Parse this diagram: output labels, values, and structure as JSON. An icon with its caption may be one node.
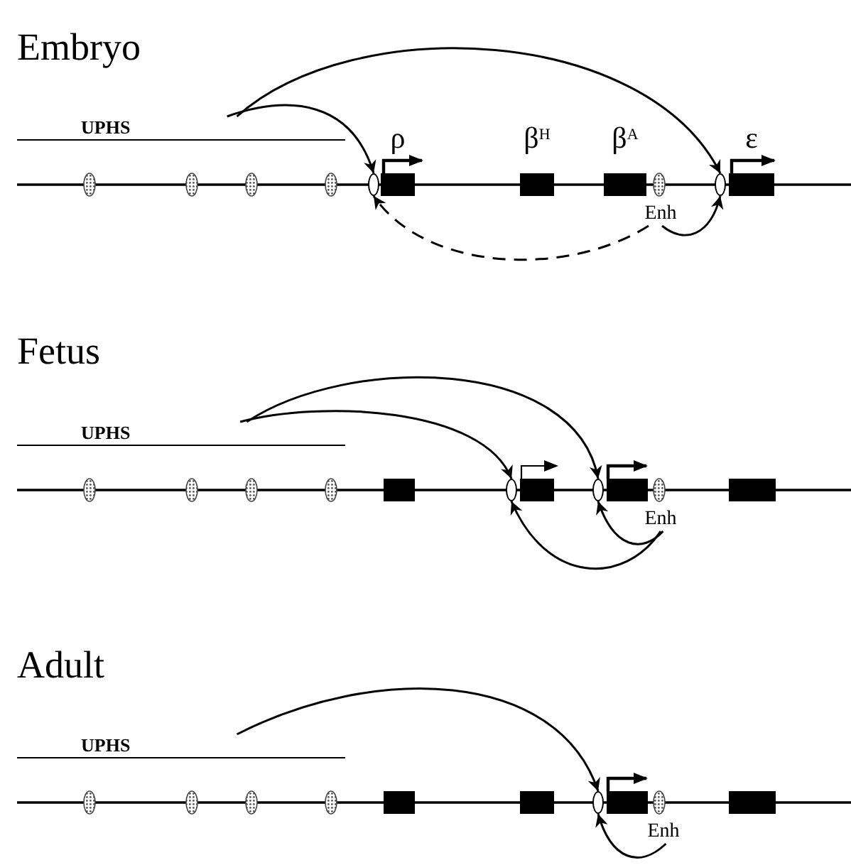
{
  "diagram": {
    "nodes": [
      {
        "text": [
          "UPHS"
        ]
      },
      {
        "text": [],
        "shape": "ellipse"
      },
      {
        "text": [
          "ρ"
        ]
      },
      {
        "text": [
          "β$^{H}$"
        ]
      },
      {
        "text": [
          "β$^{A}$"
        ]
      },
      {
        "text": [
          "Enh"
        ]
      },
      {
        "text": [],
        "shape": "ellipse"
      },
      {
        "text": [
          "ε"
        ]
      },
      {
        "text": [
          "UPHS"
        ]
      },
      {
        "text": [],
        "shape": "box"
      },
      {
        "text": [],
        "shape": "ellipse"
      },
      {
        "text": [],
        "shape": "box"
      },
      {
        "text": [],
        "shape": "ellipse"
      },
      {
        "text": [],
        "shape": "box"
      },
      {
        "text": [
          "Enh"
        ]
      },
      {
        "text": [],
        "shape": "box"
      },
      {
        "text": [
          "UPHS"
        ]
      },
      {
        "text": [],
        "shape": "box"
      },
      {
        "text": [],
        "shape": "box"
      },
      {
        "text": [],
        "shape": "ellipse"
      },
      {
        "text": [],
        "shape": "box"
      },
      {
        "text": [
          "Enh"
        ]
      },
      {
        "text": [],
        "shape": "box"
      }
    ],
    "edges": [
      {
        "from": 0,
        "to": 1,
        "arrow": "to"
      },
      {
        "from": 0,
        "to": 6,
        "arrow": "to"
      },
      {
        "from": 5,
        "to": 6,
        "arrow": "to"
      },
      {
        "from": 5,
        "to": 1,
        "arrow": "to",
        "style": "dashed"
      },
      {
        "from": 8,
        "to": 10,
        "arrow": "to"
      },
      {
        "from": 8,
        "to": 12,
        "arrow": "to"
      },
      {
        "from": 14,
        "to": 10,
        "arrow": "to"
      },
      {
        "from": 14,
        "to": 12,
        "arrow": "to"
      },
      {
        "from": 16,
        "to": 19,
        "arrow": "to"
      },
      {
        "from": 21,
        "to": 19,
        "arrow": "to"
      }
    ],
    "labels": [
      "Embryo",
      "Fetus",
      "Adult"
    ]
  }
}
